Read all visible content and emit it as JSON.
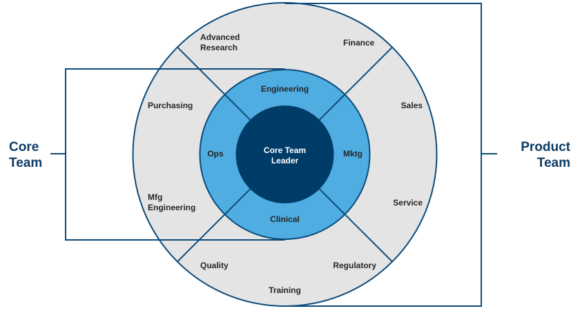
{
  "title": "Core Team and Product Team organization diagram",
  "colors": {
    "outer_ring": "#e4e4e4",
    "middle_ring": "#4fade2",
    "inner_circle": "#003c68",
    "lines": "#0b4a7a",
    "ring_text": "#262626",
    "core_text": "#ffffff",
    "team_text": "#0d3c66"
  },
  "center": {
    "line1": "Core Team",
    "line2": "Leader"
  },
  "core_functions": {
    "top": "Engineering",
    "right": "Mktg",
    "bottom": "Clinical",
    "left": "Ops"
  },
  "extended_functions": {
    "advanced_research": [
      "Advanced",
      "Research"
    ],
    "finance": "Finance",
    "sales": "Sales",
    "service": "Service",
    "regulatory": "Regulatory",
    "training": "Training",
    "quality": "Quality",
    "mfg_engineering": [
      "Mfg",
      "Engineering"
    ],
    "purchasing": "Purchasing"
  },
  "brackets": {
    "core_team": [
      "Core",
      "Team"
    ],
    "product_team": [
      "Product",
      "Team"
    ]
  }
}
